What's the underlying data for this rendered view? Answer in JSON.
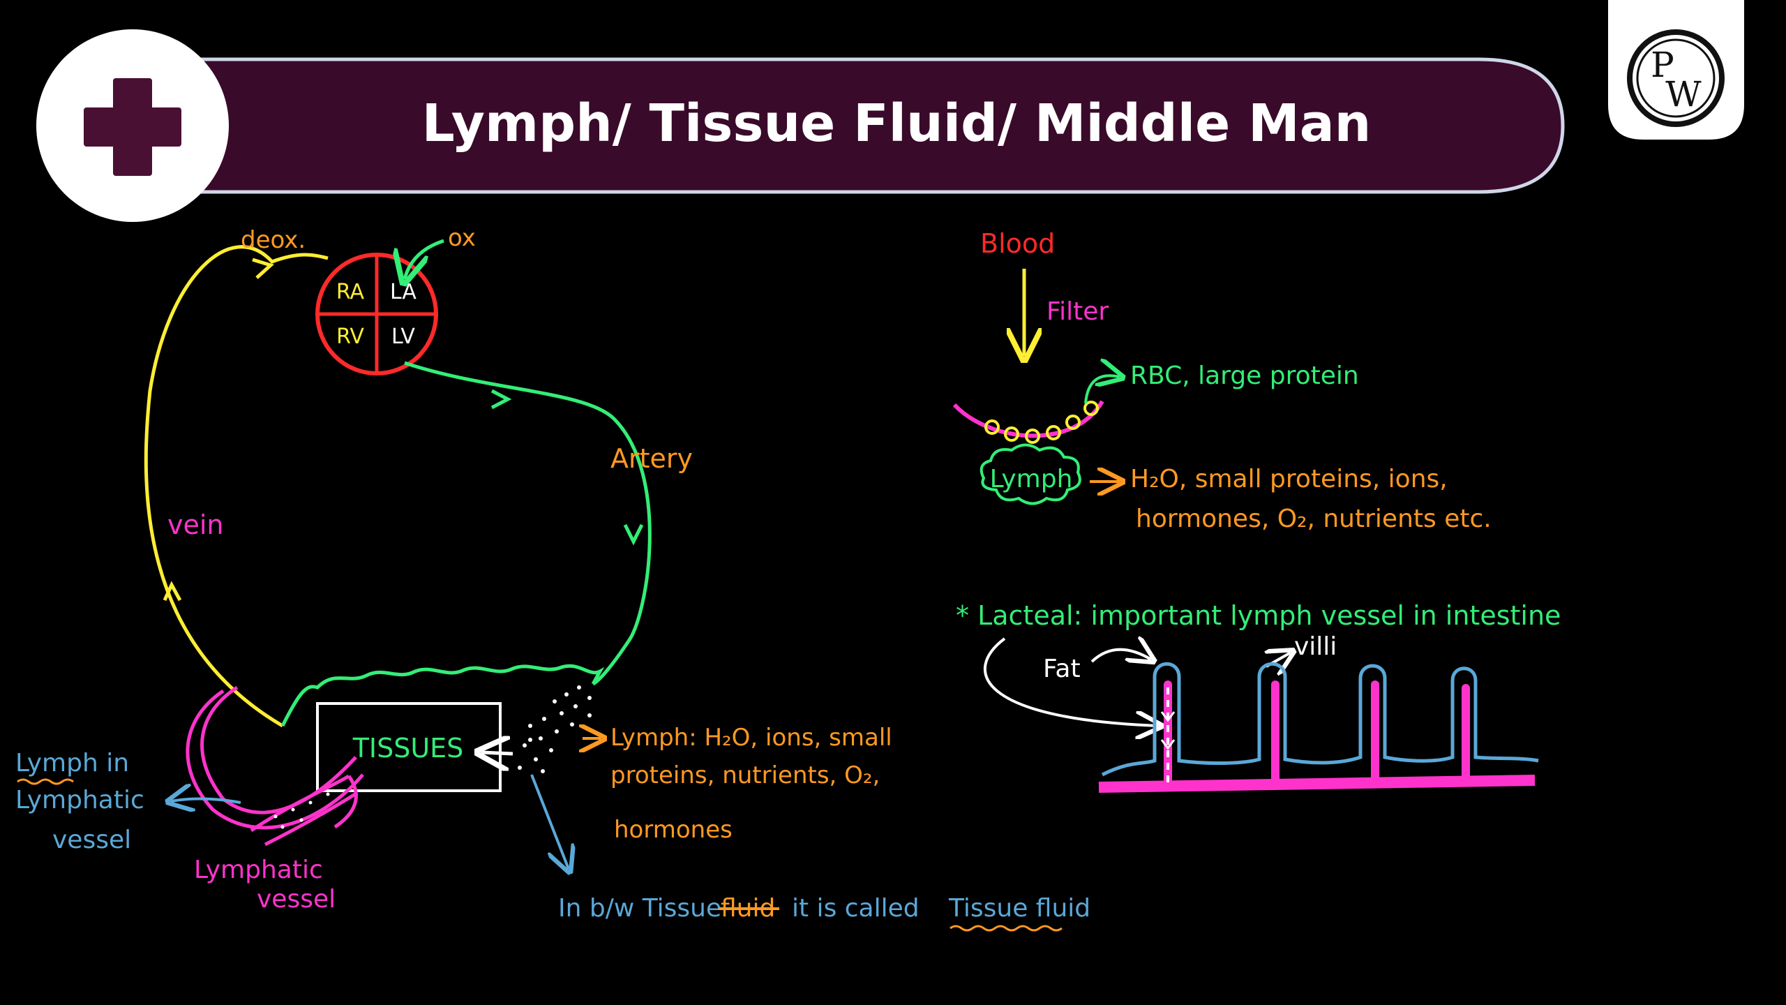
{
  "header": {
    "title": "Lymph/ Tissue Fluid/ Middle Man",
    "logo_letters": [
      "P",
      "W"
    ]
  },
  "circulation_diagram": {
    "heart_chambers": [
      "RA",
      "LA",
      "RV",
      "LV"
    ],
    "deox_label": "deox.",
    "ox_label": "ox",
    "vein_label": "vein",
    "artery_label": "Artery",
    "tissues_label": "TISSUES",
    "lymph_in_vessel_label": [
      "Lymph in",
      "Lymphatic",
      "vessel"
    ],
    "lymphatic_vessel_label": [
      "Lymphatic",
      "vessel"
    ],
    "lymph_contents": [
      "Lymph: H₂O, ions, small",
      "proteins, nutrients, O₂,",
      "hormones"
    ],
    "tissue_fluid_note": {
      "prefix": "In b/w Tissue",
      "struck": "fluid",
      "middle": "it is called",
      "emphasis": "Tissue fluid"
    }
  },
  "filtration": {
    "blood_label": "Blood",
    "filter_label": "Filter",
    "retained": "RBC, large protein",
    "lymph_label": "Lymph",
    "lymph_contents": [
      "H₂O, small proteins, ions,",
      "hormones, O₂, nutrients etc."
    ]
  },
  "lacteal": {
    "note": "* Lacteal: important lymph vessel in intestine",
    "fat_label": "Fat",
    "villi_label": "villi"
  },
  "colors": {
    "header_band": "#3a0a2a",
    "cross": "#4a1033",
    "heart": "#ff2a2a",
    "vein": "#ffee33",
    "artery": "#33ee77",
    "lymph": "#ff33cc",
    "blue": "#5aa8d8",
    "orange": "#ff9922",
    "white": "#ffffff"
  }
}
